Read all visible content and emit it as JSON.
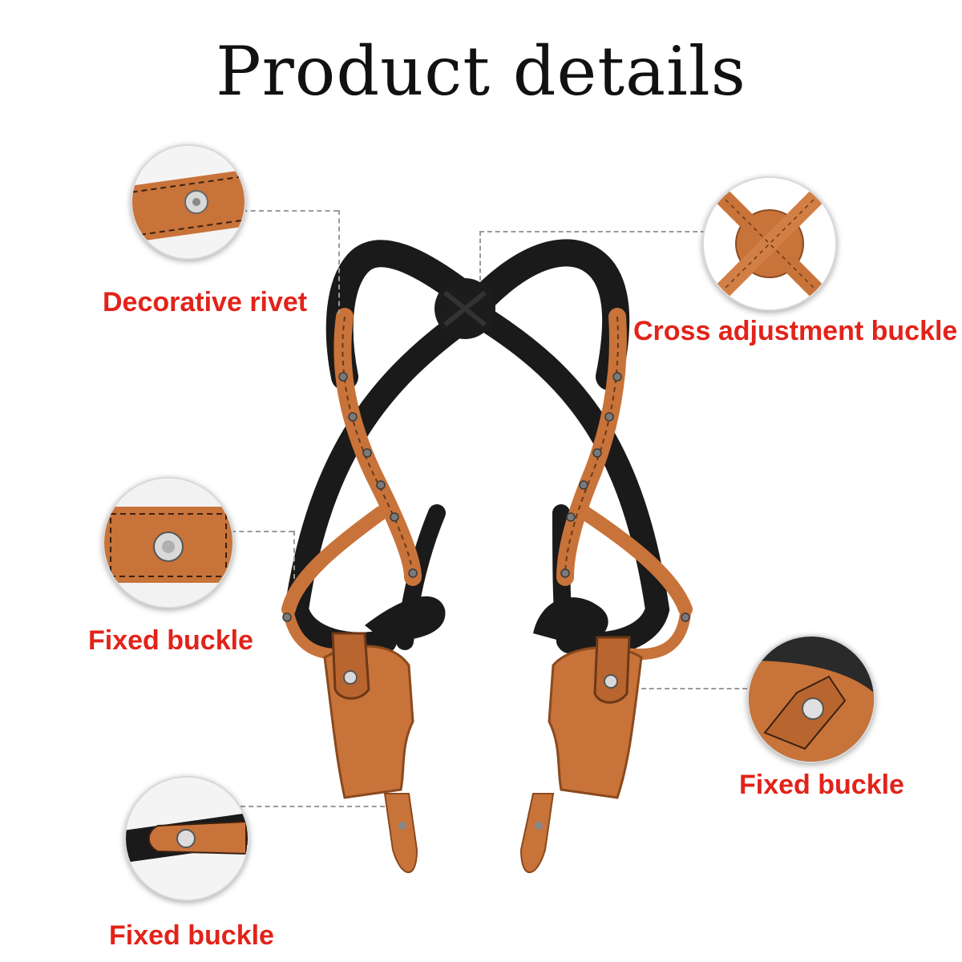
{
  "page": {
    "title": "Product details"
  },
  "callouts": [
    {
      "label": "Decorative rivet",
      "icon": "rivet-closeup"
    },
    {
      "label": "Cross adjustment buckle",
      "icon": "cross-buckle-closeup"
    },
    {
      "label": "Fixed buckle",
      "icon": "snap-buckle-closeup"
    },
    {
      "label": "Fixed buckle",
      "icon": "holster-snap-closeup"
    },
    {
      "label": "Fixed buckle",
      "icon": "strap-snap-closeup"
    }
  ],
  "colors": {
    "label": "#e2231a",
    "leather": "#c8733a",
    "leather_dark": "#a85a28",
    "strap_black": "#1a1a1a",
    "background": "#ffffff"
  }
}
